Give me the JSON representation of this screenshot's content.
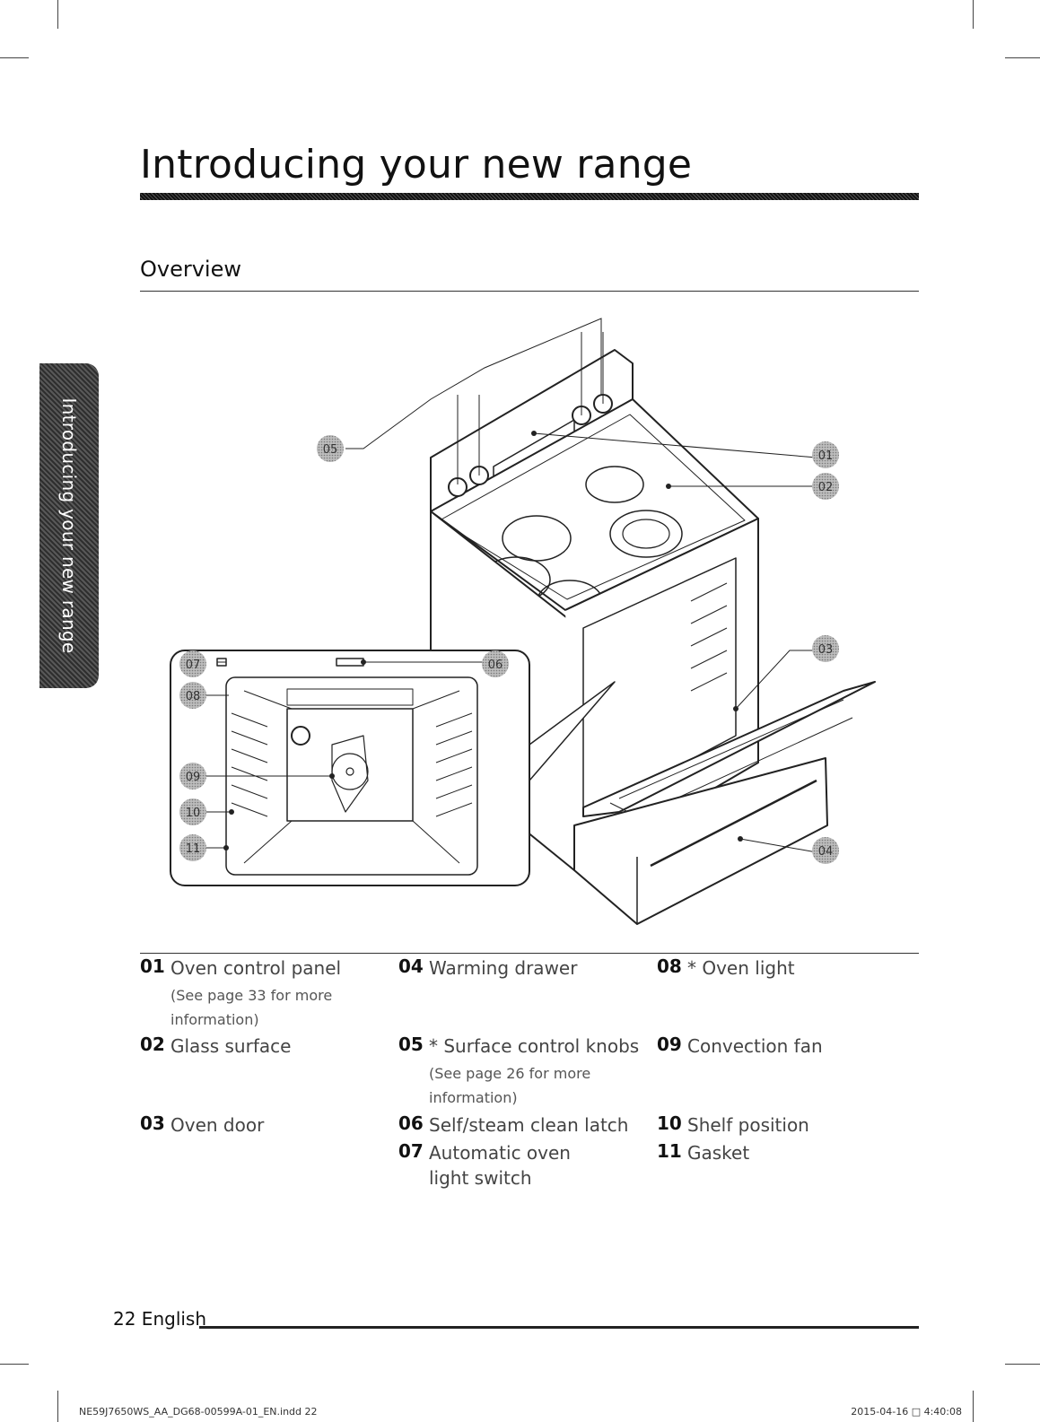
{
  "page": {
    "title": "Introducing your new range",
    "side_tab": "Introducing your new range",
    "section_title": "Overview"
  },
  "diagram": {
    "callouts": [
      "01",
      "02",
      "03",
      "04",
      "05",
      "06",
      "07",
      "08",
      "09",
      "10",
      "11"
    ]
  },
  "parts": [
    {
      "num": "01",
      "name": "Oven control panel",
      "note": "(See page 33 for more information)"
    },
    {
      "num": "02",
      "name": "Glass surface"
    },
    {
      "num": "03",
      "name": "Oven door"
    },
    {
      "num": "04",
      "name": "Warming drawer"
    },
    {
      "num": "05",
      "name": "* Surface control knobs",
      "note": "(See page 26 for more information)"
    },
    {
      "num": "06",
      "name": "Self/steam clean latch"
    },
    {
      "num": "07",
      "name": "Automatic oven light switch"
    },
    {
      "num": "08",
      "name": "* Oven light"
    },
    {
      "num": "09",
      "name": "Convection fan"
    },
    {
      "num": "10",
      "name": "Shelf position"
    },
    {
      "num": "11",
      "name": "Gasket"
    }
  ],
  "footer": {
    "page_label": "22 English",
    "slug_left": "NE59J7650WS_AA_DG68-00599A-01_EN.indd   22",
    "slug_right": "2015-04-16   □ 4:40:08"
  }
}
